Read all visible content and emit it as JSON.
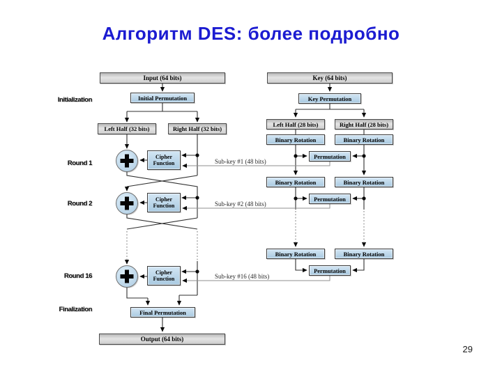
{
  "slide": {
    "title": "Алгоритм DES: более подробно",
    "page_number": "29"
  },
  "colors": {
    "title": "#1B1BD1",
    "box_blue": "#BCD6E9",
    "box_gray": "#CDCDCD",
    "line": "#2F2F2F",
    "line_gray": "#8F8F8F"
  },
  "stages": {
    "initialization": "Initialization",
    "round_1": "Round 1",
    "round_2": "Round 2",
    "round_16": "Round 16",
    "finalization": "Finalization"
  },
  "message_path": {
    "input": "Input (64 bits)",
    "initial_permutation": "Initial Permutation",
    "left_half": "Left Half (32 bits)",
    "right_half": "Right Half (32 bits)",
    "cipher_function": "Cipher Function",
    "final_permutation": "Final Permutation",
    "output": "Output (64 bits)"
  },
  "key_path": {
    "key": "Key (64 bits)",
    "key_permutation": "Key Permutation",
    "left_half": "Left Half (28 bits)",
    "right_half": "Right Half (28 bits)",
    "binary_rotation": "Binary Rotation",
    "permutation": "Permutation"
  },
  "subkeys": {
    "k1": "Sub-key #1 (48 bits)",
    "k2": "Sub-key #2 (48 bits)",
    "k16": "Sub-key #16 (48 bits)"
  }
}
